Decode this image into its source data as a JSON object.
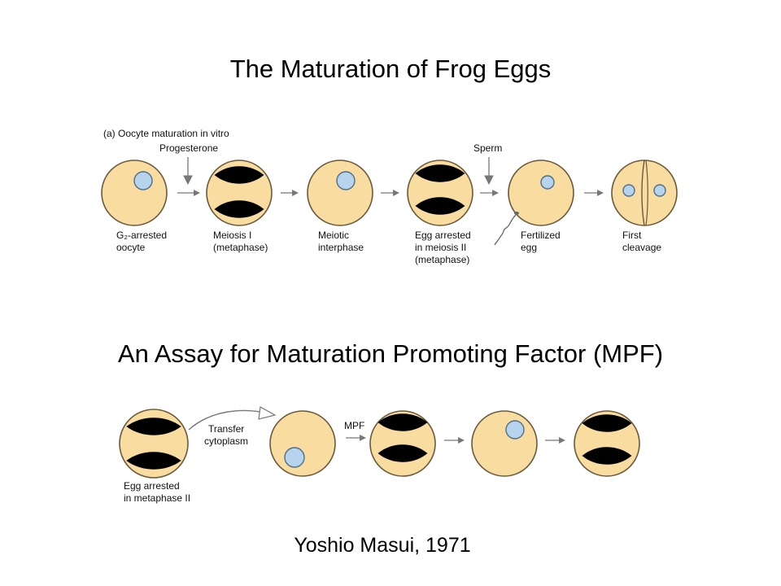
{
  "title": "The Maturation of Frog Eggs",
  "subtitle": "An Assay for Maturation Promoting Factor (MPF)",
  "credit": "Yoshio Masui, 1971",
  "panel_a": {
    "heading": "(a) Oocyte maturation in vitro",
    "progesterone": "Progesterone",
    "sperm": "Sperm",
    "labels": {
      "oocyte_1": "G₂-arrested",
      "oocyte_2": "oocyte",
      "meiosis1_1": "Meiosis I",
      "meiosis1_2": "(metaphase)",
      "interphase_1": "Meiotic",
      "interphase_2": "interphase",
      "arrested_1": "Egg arrested",
      "arrested_2": "in meiosis II",
      "arrested_3": "(metaphase)",
      "fertilized_1": "Fertilized",
      "fertilized_2": "egg",
      "cleavage_1": "First",
      "cleavage_2": "cleavage"
    }
  },
  "panel_b": {
    "transfer_1": "Transfer",
    "transfer_2": "cytoplasm",
    "mpf": "MPF",
    "donor_1": "Egg arrested",
    "donor_2": "in metaphase II"
  },
  "colors": {
    "cytoplasm": "#f9dca0",
    "nucleus": "#b7d4ee",
    "spindle": "#e64b7a",
    "chromosome": "#2e5e8e"
  }
}
